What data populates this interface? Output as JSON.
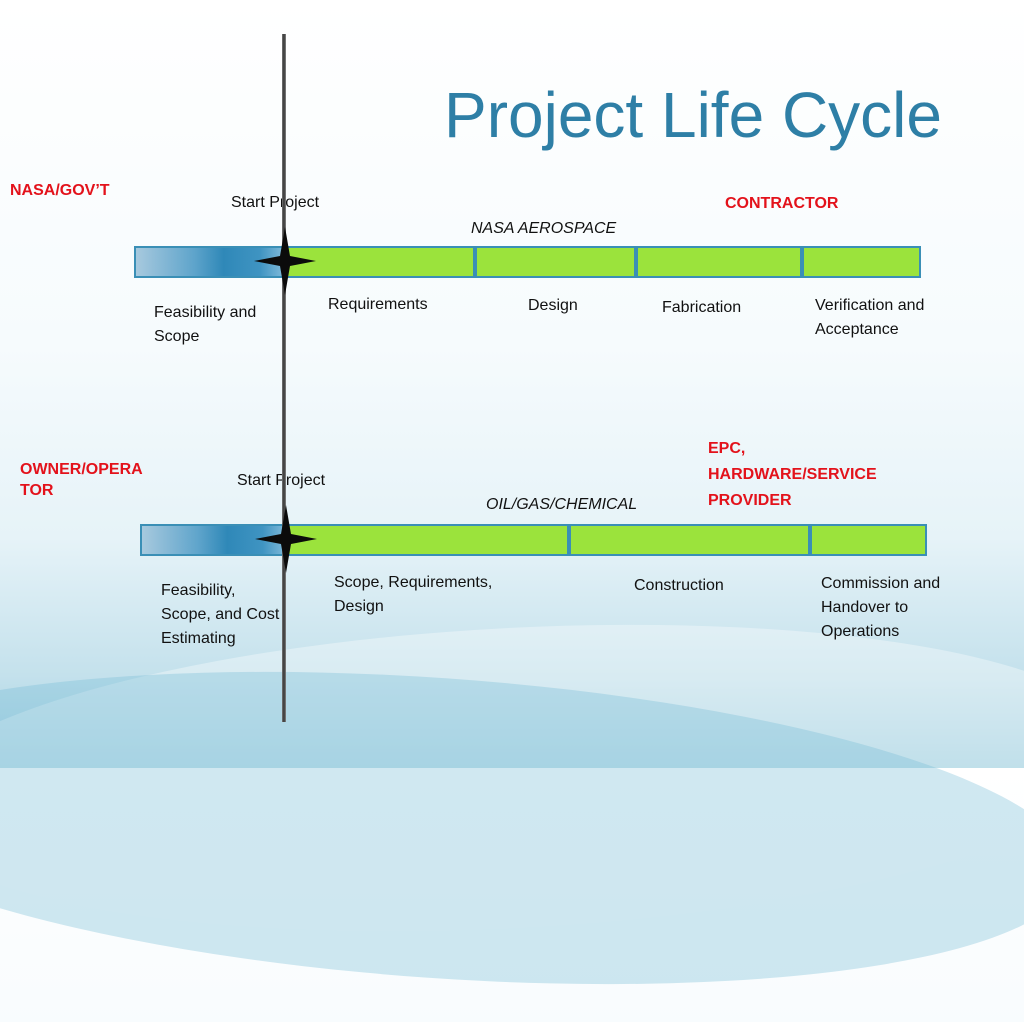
{
  "title": "Project Life Cycle",
  "row1": {
    "left_label": "NASA/GOV’T",
    "start_label": "Start Project",
    "right_label": "CONTRACTOR",
    "industry_label": "NASA AEROSPACE",
    "phases": [
      "Feasibility and Scope",
      "Requirements",
      "Design",
      "Fabrication",
      "Verification and Acceptance"
    ],
    "phase_lines": [
      [
        "Feasibility and",
        "Scope"
      ],
      [
        "Requirements"
      ],
      [
        "Design"
      ],
      [
        "Fabrication"
      ],
      [
        "Verification and",
        "Acceptance"
      ]
    ]
  },
  "row2": {
    "left_label_lines": [
      "OWNER/OPERA",
      "TOR"
    ],
    "start_label": "Start Project",
    "right_label_lines": [
      "EPC,",
      "HARDWARE/SERVICE",
      "PROVIDER"
    ],
    "industry_label": "OIL/GAS/CHEMICAL",
    "phase_lines": [
      [
        "Feasibility,",
        "Scope, and Cost",
        "Estimating"
      ],
      [
        "Scope, Requirements,",
        "Design"
      ],
      [
        "Construction"
      ],
      [
        "Commission and",
        "Handover to",
        "Operations"
      ]
    ]
  },
  "colors": {
    "title": "#2e7fa6",
    "stakeholder_red": "#e3121b",
    "phase_green": "#9be33c",
    "phase_blue": "#2f88b8"
  }
}
